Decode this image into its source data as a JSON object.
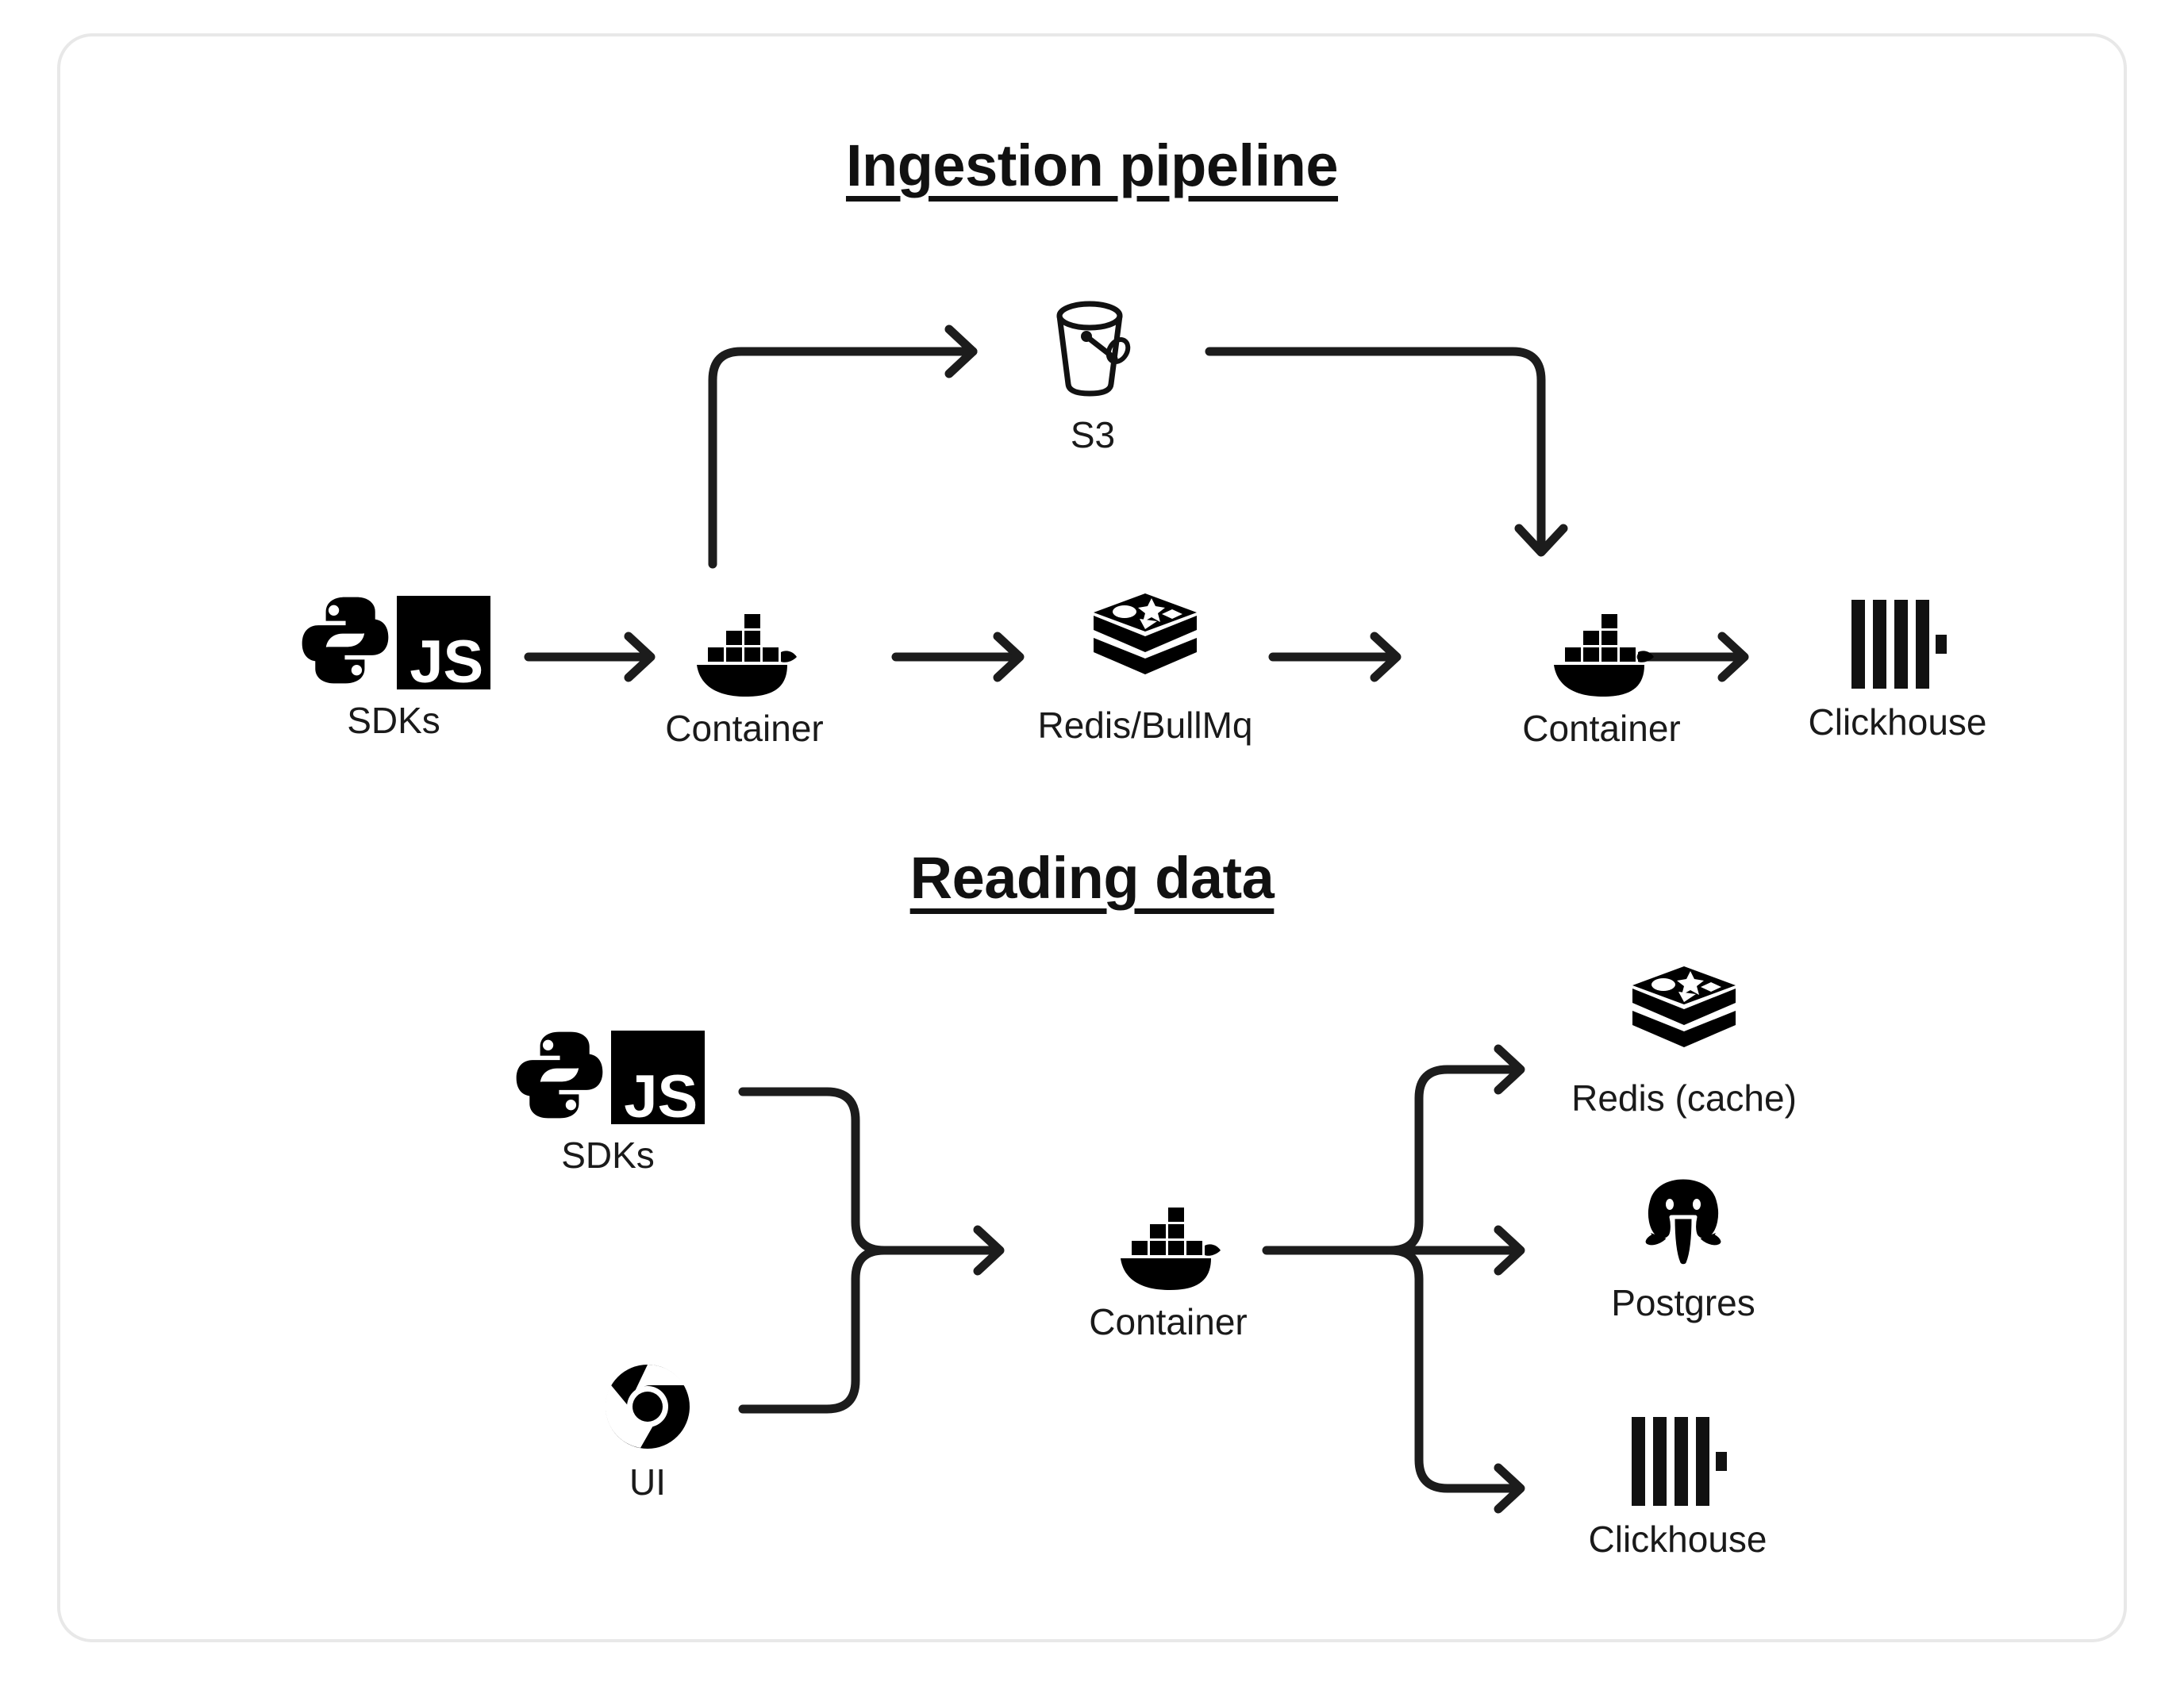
{
  "diagram": {
    "title_ingestion": "Ingestion pipeline",
    "title_reading": "Reading data",
    "colors": {
      "ink": "#111111",
      "line": "#1c1c1c",
      "card_border": "#e8e8e8",
      "background": "#ffffff"
    }
  },
  "ingestion": {
    "nodes": [
      {
        "id": "sdks",
        "label": "SDKs",
        "icon": "python-js-sdk-icon"
      },
      {
        "id": "container1",
        "label": "Container",
        "icon": "docker-whale-icon"
      },
      {
        "id": "redis",
        "label": "Redis/BullMq",
        "icon": "redis-stack-icon"
      },
      {
        "id": "container2",
        "label": "Container",
        "icon": "docker-whale-icon"
      },
      {
        "id": "clickhouse",
        "label": "Clickhouse",
        "icon": "clickhouse-bars-icon"
      },
      {
        "id": "s3",
        "label": "S3",
        "icon": "s3-bucket-icon"
      }
    ],
    "edges": [
      {
        "from": "sdks",
        "to": "container1",
        "style": "straight-arrow"
      },
      {
        "from": "container1",
        "to": "redis",
        "style": "straight-arrow"
      },
      {
        "from": "redis",
        "to": "container2",
        "style": "straight-arrow"
      },
      {
        "from": "container2",
        "to": "clickhouse",
        "style": "straight-arrow"
      },
      {
        "from": "container1",
        "to": "s3",
        "style": "elbow-up-right-arrow"
      },
      {
        "from": "s3",
        "to": "container2",
        "style": "elbow-right-down-arrow"
      }
    ]
  },
  "reading": {
    "nodes": [
      {
        "id": "sdks",
        "label": "SDKs",
        "icon": "python-js-sdk-icon"
      },
      {
        "id": "ui",
        "label": "UI",
        "icon": "chrome-browser-icon"
      },
      {
        "id": "container",
        "label": "Container",
        "icon": "docker-whale-icon"
      },
      {
        "id": "rediscache",
        "label": "Redis (cache)",
        "icon": "redis-stack-icon"
      },
      {
        "id": "postgres",
        "label": "Postgres",
        "icon": "postgres-elephant-icon"
      },
      {
        "id": "clickhouse",
        "label": "Clickhouse",
        "icon": "clickhouse-bars-icon"
      }
    ],
    "edges": [
      {
        "from": "sdks",
        "to": "container",
        "style": "merge-arrow"
      },
      {
        "from": "ui",
        "to": "container",
        "style": "merge-arrow"
      },
      {
        "from": "container",
        "to": "rediscache",
        "style": "branch-up-arrow"
      },
      {
        "from": "container",
        "to": "postgres",
        "style": "branch-straight-arrow"
      },
      {
        "from": "container",
        "to": "clickhouse",
        "style": "branch-down-arrow"
      }
    ]
  }
}
